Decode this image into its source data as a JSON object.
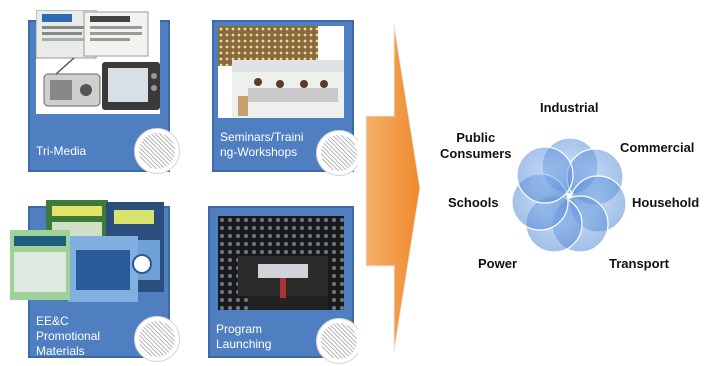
{
  "cards": [
    {
      "label": "Tri-Media"
    },
    {
      "label_lines": [
        "Seminars/Traini",
        "ng-Workshops"
      ]
    },
    {
      "label_lines": [
        "EE&C",
        "Promotional",
        "Materials"
      ]
    },
    {
      "label_lines": [
        "Program",
        "Launching"
      ]
    }
  ],
  "diagram": {
    "sectors": [
      "Industrial",
      "Commercial",
      "Household",
      "Transport",
      "Power",
      "Schools",
      "Public Consumers"
    ],
    "public_lines": [
      "Public",
      "Consumers"
    ]
  },
  "colors": {
    "card_blue": "#4f7fc0",
    "arrow_orange": "#f79a3c",
    "venn_blue": "#5b8ed6"
  },
  "icons": [
    "newspaper-tv-radio-photo",
    "seminar-photo",
    "promo-materials-photo",
    "launching-photo",
    "seal-icon"
  ]
}
